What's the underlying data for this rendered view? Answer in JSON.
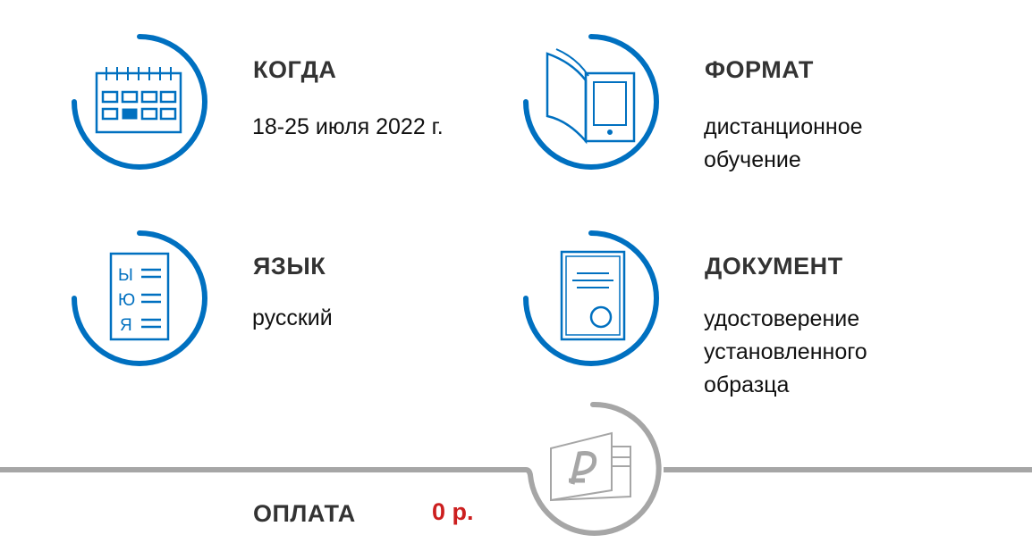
{
  "items": [
    {
      "title": "КОГДА",
      "lines": [
        "18-25 июля 2022 г."
      ],
      "icon": "calendar-icon"
    },
    {
      "title": "ФОРМАТ",
      "lines": [
        "дистанционное",
        "обучение"
      ],
      "icon": "book-tablet-icon"
    },
    {
      "title": "ЯЗЫК",
      "lines": [
        "русский"
      ],
      "icon": "alphabet-list-icon"
    },
    {
      "title": "ДОКУМЕНТ",
      "lines": [
        "удостоверение",
        "установленного",
        "образца"
      ],
      "icon": "certificate-icon"
    }
  ],
  "payment": {
    "title": "ОПЛАТА",
    "price": "0 р.",
    "icon": "ruble-card-icon"
  },
  "colors": {
    "accent": "#0070c0",
    "gray": "#a6a6a6",
    "price": "#cc1f1f"
  }
}
